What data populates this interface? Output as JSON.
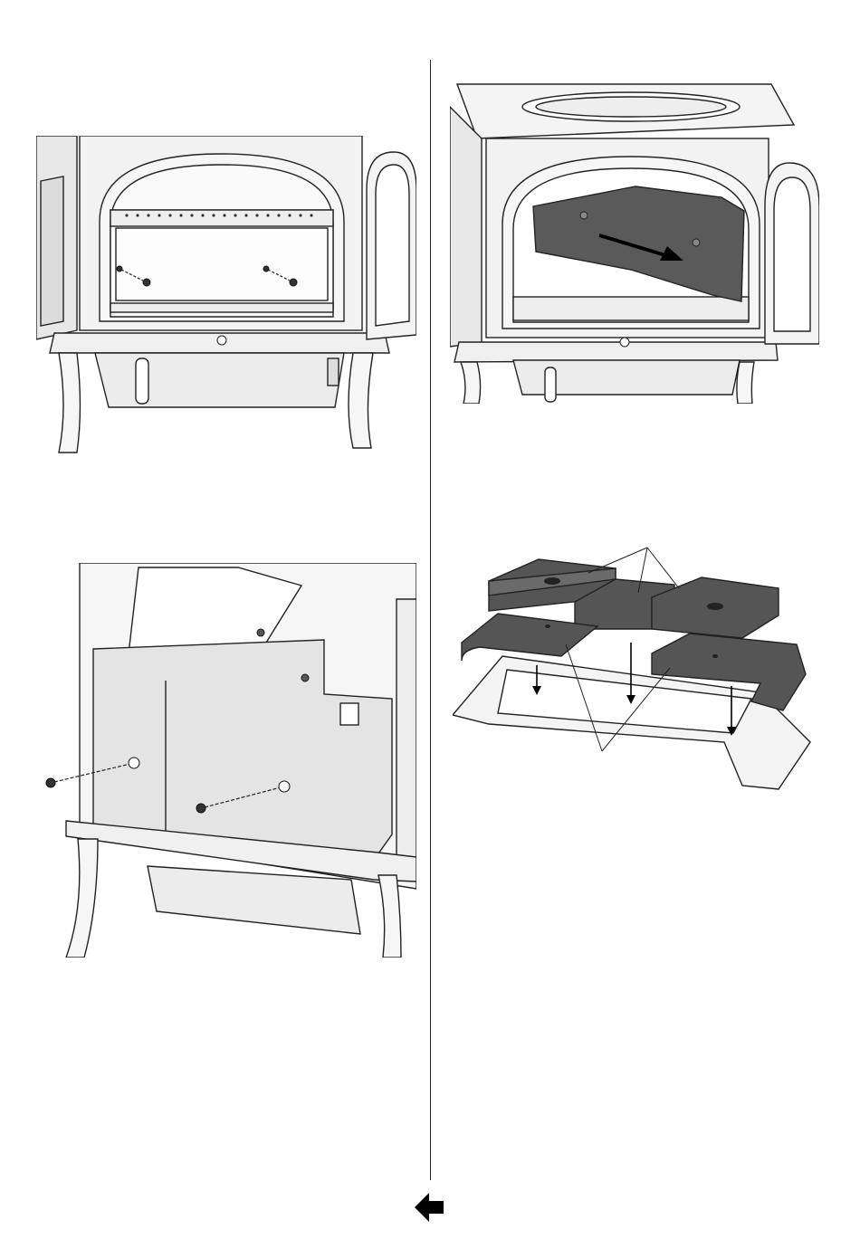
{
  "document": {
    "figures": [
      {
        "id": "fig-front-baffle-screws",
        "icon": "stove-front-open-door"
      },
      {
        "id": "fig-baffle-removal",
        "icon": "stove-front-baffle-arrow"
      },
      {
        "id": "fig-rear-panel-screws",
        "icon": "stove-rear-panel"
      },
      {
        "id": "fig-firebrick-tray",
        "icon": "firebrick-exploded"
      }
    ],
    "navigation": {
      "icon": "left-arrow-icon"
    },
    "colors": {
      "line": "#222222",
      "stove_fill": "#f2f2f2",
      "brick_fill": "#555555",
      "shadow": "#d8d8d8"
    }
  }
}
